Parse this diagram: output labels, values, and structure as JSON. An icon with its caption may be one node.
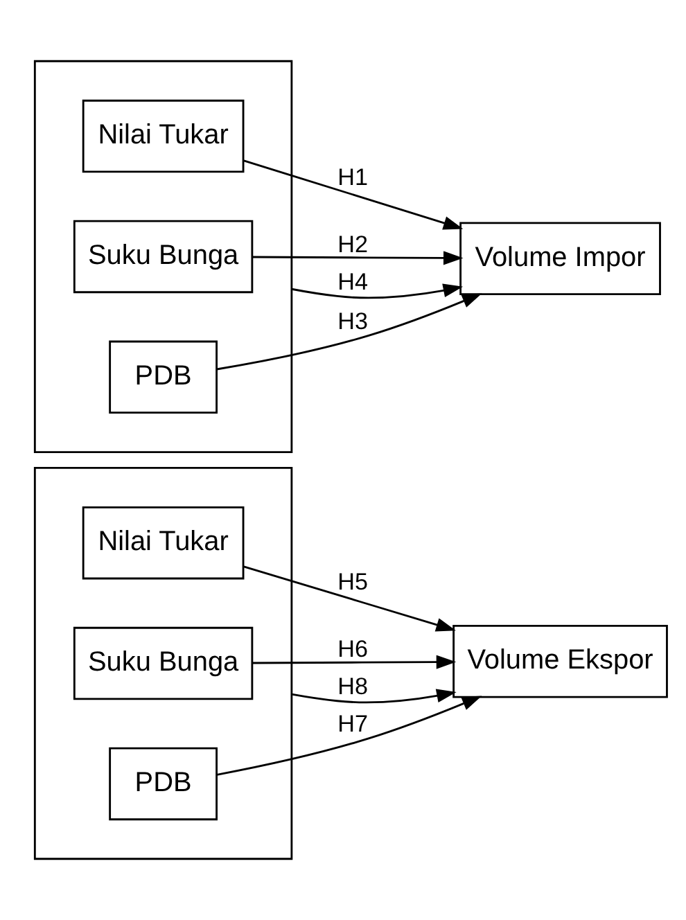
{
  "diagram": {
    "nodes": [
      {
        "text": [],
        "shape": "box"
      },
      {
        "text": [
          "Nilai Tukar"
        ],
        "in": 0
      },
      {
        "text": [
          "Suku Bunga"
        ],
        "in": 0
      },
      {
        "text": [
          "PDB"
        ],
        "in": 0
      },
      {
        "text": [
          "Volume Impor"
        ]
      },
      {
        "text": [],
        "shape": "box"
      },
      {
        "text": [
          "Nilai Tukar"
        ],
        "in": 5
      },
      {
        "text": [
          "Suku Bunga"
        ],
        "in": 5
      },
      {
        "text": [
          "PDB"
        ],
        "in": 5
      },
      {
        "text": [
          "Volume Ekspor"
        ]
      }
    ],
    "edges": [
      {
        "from": 1,
        "to": 4,
        "arrow": "to",
        "label": "H1"
      },
      {
        "from": 2,
        "to": 4,
        "arrow": "to",
        "label": "H2"
      },
      {
        "from": 3,
        "to": 4,
        "arrow": "to",
        "label": "H3"
      },
      {
        "from": 0,
        "to": 4,
        "arrow": "to",
        "label": "H4"
      },
      {
        "from": 6,
        "to": 9,
        "arrow": "to",
        "label": "H5"
      },
      {
        "from": 7,
        "to": 9,
        "arrow": "to",
        "label": "H6"
      },
      {
        "from": 8,
        "to": 9,
        "arrow": "to",
        "label": "H7"
      },
      {
        "from": 5,
        "to": 9,
        "arrow": "to",
        "label": "H8"
      }
    ]
  }
}
